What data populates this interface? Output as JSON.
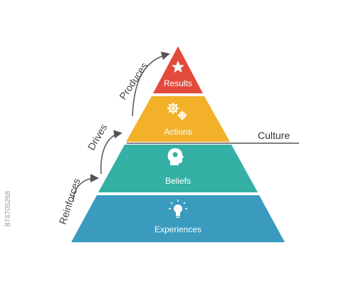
{
  "pyramid": {
    "levels": [
      {
        "label": "Results",
        "color": "#e24a3b",
        "icon": "star-icon"
      },
      {
        "label": "Actions",
        "color": "#f3b12a",
        "icon": "gears-icon"
      },
      {
        "label": "Beliefs",
        "color": "#34b1a4",
        "icon": "head-icon"
      },
      {
        "label": "Experiences",
        "color": "#3a9bbf",
        "icon": "lightbulb-icon"
      }
    ]
  },
  "connectors": [
    {
      "label": "Reinforces"
    },
    {
      "label": "Drives"
    },
    {
      "label": "Produces"
    }
  ],
  "culture_label": "Culture",
  "watermark": "874705268"
}
